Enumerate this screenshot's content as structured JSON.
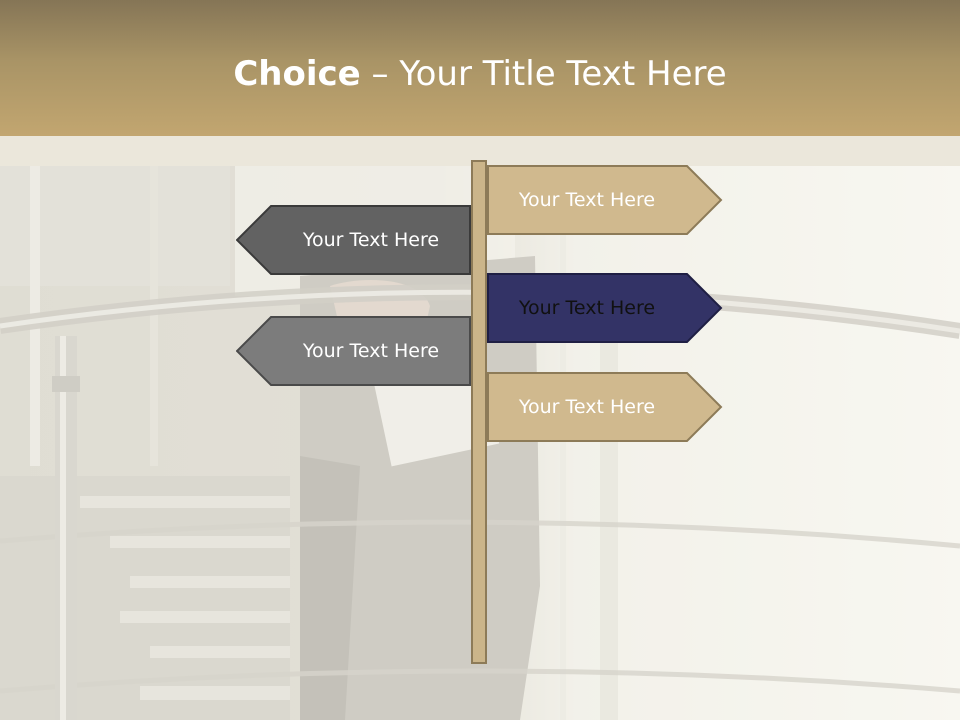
{
  "title": {
    "bold_part": "Choice",
    "rest_part": " – Your Title Text Here"
  },
  "signs": {
    "right_1": {
      "label": "Your Text Here"
    },
    "right_2": {
      "label": "Your Text Here"
    },
    "right_3": {
      "label": "Your Text Here"
    },
    "left_1": {
      "label": "Your Text Here"
    },
    "left_2": {
      "label": "Your Text Here"
    }
  },
  "colors": {
    "header_gold": "#c2a670",
    "sign_tan": "#d0b98e",
    "sign_navy": "#333366",
    "sign_dark_gray": "#626262",
    "sign_mid_gray": "#7c7c7c",
    "post_tan": "#cbb58a"
  },
  "icons": {
    "background": "business-person-on-staircase-photo"
  }
}
